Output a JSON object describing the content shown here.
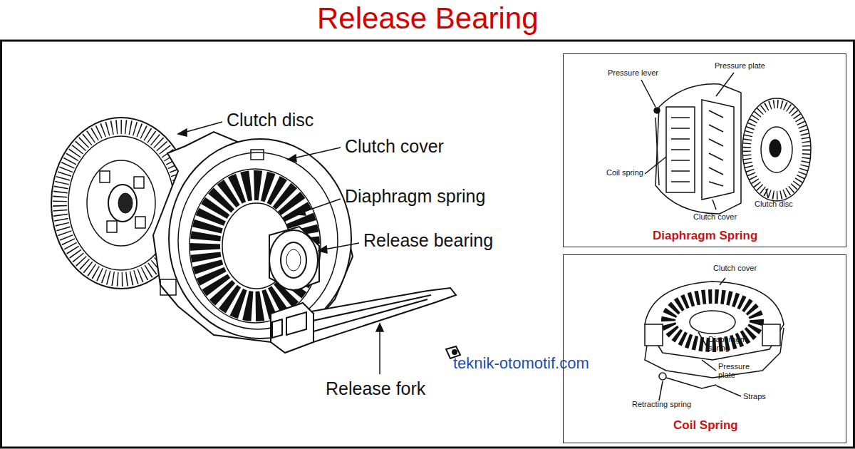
{
  "diagram": {
    "title": "Release Bearing",
    "nodes": [
      {
        "text": [
          "Pressure lever",
          "Pressure plate",
          "Coil spring",
          "Clutch cover",
          "Clutch disc",
          "Diaphragm Spring"
        ]
      },
      {
        "text": [
          "Clutch cover",
          "Diaphragm spring",
          "Pressure plate",
          "Straps",
          "Retracting spring",
          "Coil Spring"
        ]
      }
    ],
    "labels": [
      "Clutch disc",
      "Clutch cover",
      "Diaphragm spring",
      "Release bearing",
      "Release fork",
      "teknik-otomotif.com"
    ]
  }
}
